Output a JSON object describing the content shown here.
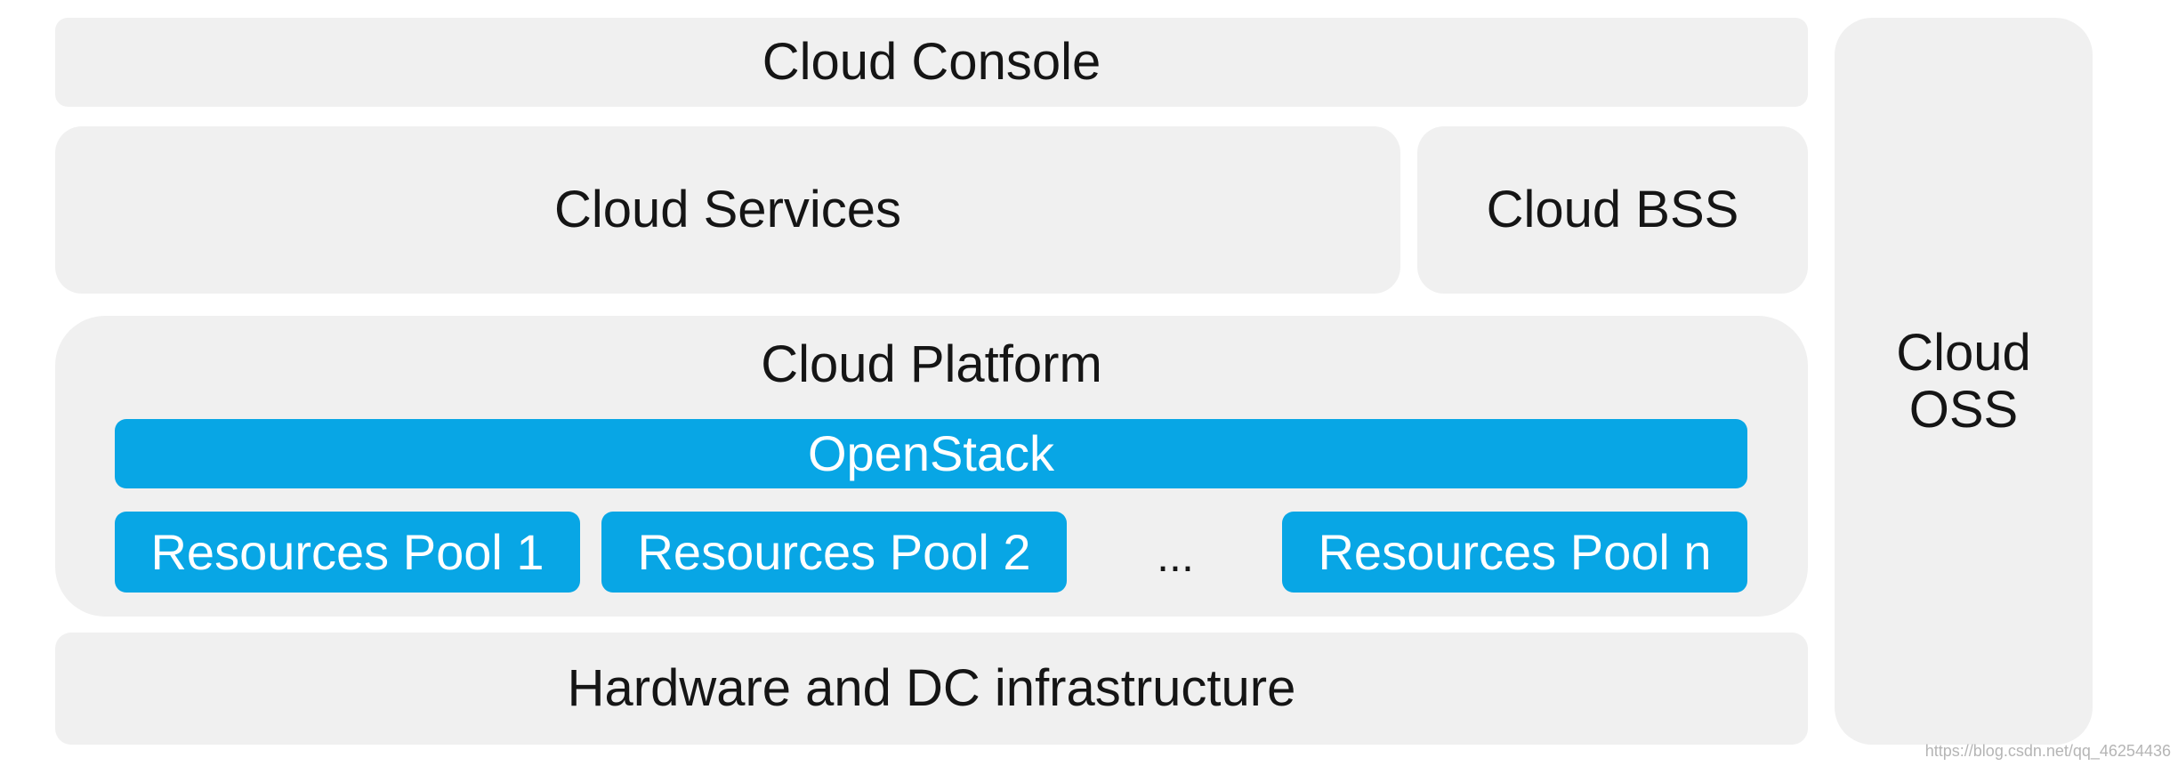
{
  "diagram": {
    "cloud_console": "Cloud Console",
    "cloud_services": "Cloud Services",
    "cloud_bss": "Cloud BSS",
    "cloud_platform": "Cloud Platform",
    "openstack": "OpenStack",
    "resource_pools": [
      "Resources Pool 1",
      "Resources Pool 2",
      "Resources Pool n"
    ],
    "ellipsis": "...",
    "hardware": "Hardware and DC infrastructure",
    "cloud_oss": "Cloud\nOSS"
  },
  "watermark": "https://blog.csdn.net/qq_46254436",
  "colors": {
    "panel": "#f0f0f0",
    "accent": "#08a6e5",
    "text": "#151515",
    "text_on_accent": "#ffffff"
  }
}
